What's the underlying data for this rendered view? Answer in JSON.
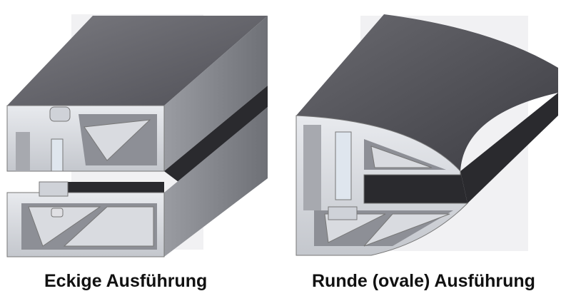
{
  "captions": {
    "left": "Eckige Ausführung",
    "right": "Runde (ovale) Ausführung"
  },
  "colors": {
    "profile_top": "#6b6b70",
    "profile_dark": "#3c3c42",
    "cross_section": "#d9dbe0",
    "inner_shadow": "#8d8f96",
    "insert_black": "#2a2a2e",
    "background": "#ffffff"
  },
  "icons": [
    "square-profile-illustration",
    "oval-profile-illustration"
  ]
}
